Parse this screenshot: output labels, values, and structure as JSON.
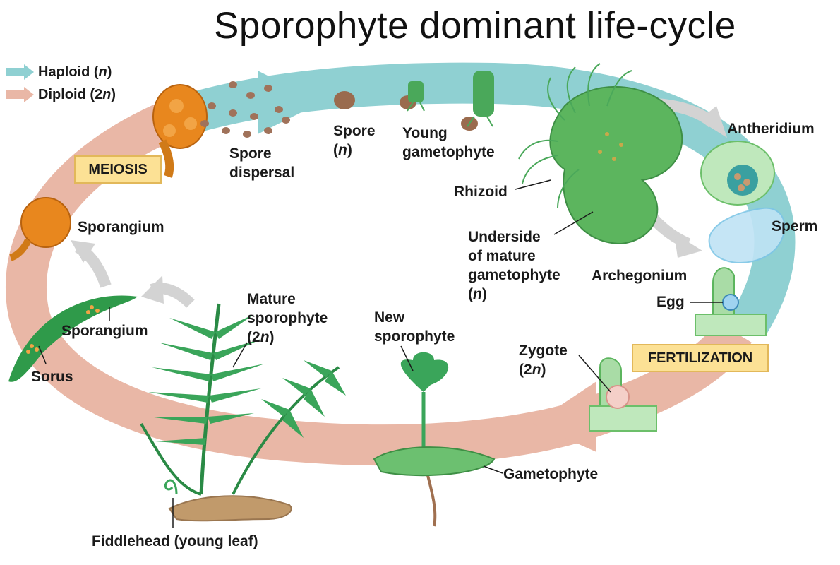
{
  "title": "Sporophyte dominant life-cycle",
  "legend": {
    "haploid": {
      "label": "Haploid (",
      "ploidy": "n",
      "suffix": ")",
      "color": "#8fd0d2"
    },
    "diploid": {
      "label": "Diploid (2",
      "ploidy": "n",
      "suffix": ")",
      "color": "#e9b7a6"
    }
  },
  "boxes": {
    "meiosis": "MEIOSIS",
    "fertilization": "FERTILIZATION"
  },
  "labels": {
    "spore_dispersal": [
      "Spore",
      "dispersal"
    ],
    "spore": {
      "line1": "Spore",
      "paren_open": "(",
      "ploidy": "n",
      "paren_close": ")"
    },
    "young_gametophyte": [
      "Young",
      "gametophyte"
    ],
    "antheridium": "Antheridium",
    "rhizoid": "Rhizoid",
    "sperm": "Sperm",
    "underside": {
      "lines": [
        "Underside",
        "of mature",
        "gametophyte"
      ],
      "paren_open": "(",
      "ploidy": "n",
      "paren_close": ")"
    },
    "archegonium": "Archegonium",
    "egg": "Egg",
    "sporangium_top": "Sporangium",
    "sporangium_leaf": "Sporangium",
    "sorus": "Sorus",
    "mature_sporophyte": {
      "lines": [
        "Mature",
        "sporophyte"
      ],
      "paren_open": "(2",
      "ploidy": "n",
      "paren_close": ")"
    },
    "new_sporophyte": [
      "New",
      "sporophyte"
    ],
    "zygote": {
      "line1": "Zygote",
      "paren_open": "(2",
      "ploidy": "n",
      "paren_close": ")"
    },
    "gametophyte": "Gametophyte",
    "fiddlehead": "Fiddlehead (young leaf)"
  },
  "colors": {
    "haploid_band": "#8fd0d2",
    "diploid_band": "#e9b7a6",
    "plant_green": "#3aa55a",
    "gametophyte_green": "#6cc070",
    "sporangium_orange": "#e8871e",
    "box_fill": "#fce195"
  }
}
